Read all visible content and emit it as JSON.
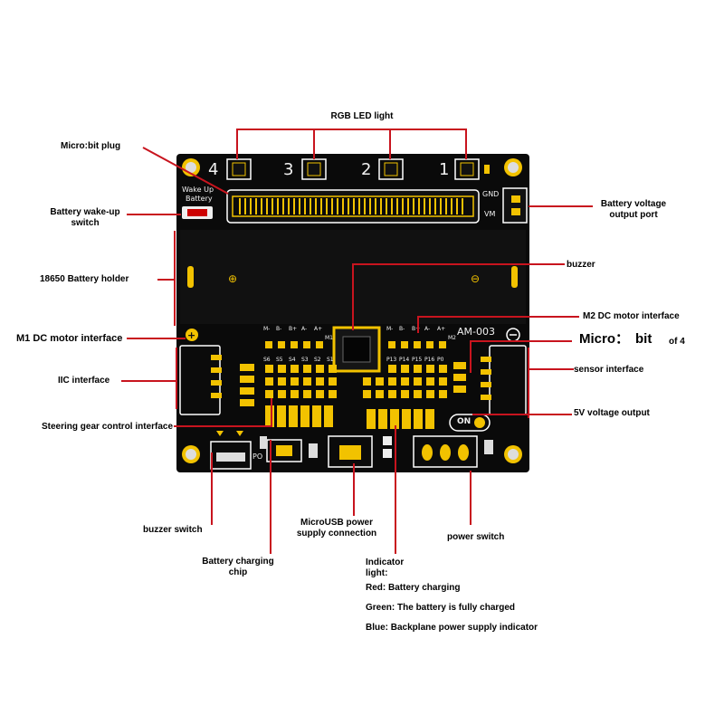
{
  "labels": {
    "rgb_led": "RGB LED light",
    "microbit_plug": "Micro:bit plug",
    "battery_wakeup_switch": "Battery wake-up switch",
    "battery_voltage_port": "Battery voltage output port",
    "battery_holder": "18650 Battery holder",
    "buzzer": "buzzer",
    "m2_motor": "M2 DC motor interface",
    "m1_motor": "M1 DC motor interface",
    "micro_bit_of_4_a": "Micro：",
    "micro_bit_of_4_b": "bit",
    "micro_bit_of_4_c": "of 4",
    "iic": "IIC interface",
    "sensor": "sensor interface",
    "steering": "Steering gear control interface",
    "five_v": "5V voltage output",
    "buzzer_switch": "buzzer switch",
    "charging_chip": "Battery charging chip",
    "microusb": "MicroUSB power supply connection",
    "power_switch": "power switch",
    "indicator": "Indicator light:",
    "ind_red": "Red: Battery charging",
    "ind_green": "Green: The battery is fully charged",
    "ind_blue": "Blue: Backplane power supply indicator"
  },
  "board": {
    "led_numbers": [
      "4",
      "3",
      "2",
      "1"
    ],
    "wake_up": "Wake Up",
    "battery": "Battery",
    "gnd": "GND",
    "vm": "VM",
    "model": "AM-003",
    "on": "ON",
    "po": "PO",
    "m1_pins": [
      "M-",
      "B-",
      "B+",
      "A-",
      "A+"
    ],
    "m1_tag": "M1",
    "m2_pins": [
      "M-",
      "B-",
      "B+",
      "A-",
      "A+"
    ],
    "m2_tag": "M2",
    "servo_pins": [
      "S6",
      "S5",
      "S4",
      "S3",
      "S2",
      "S1"
    ],
    "io_pins": [
      "P13",
      "P14",
      "P15",
      "P16",
      "P0"
    ]
  },
  "colors": {
    "callout": "#c8141e",
    "board": "#0a0a0a",
    "gold": "#f2c200",
    "silk": "#f2f2f2"
  }
}
